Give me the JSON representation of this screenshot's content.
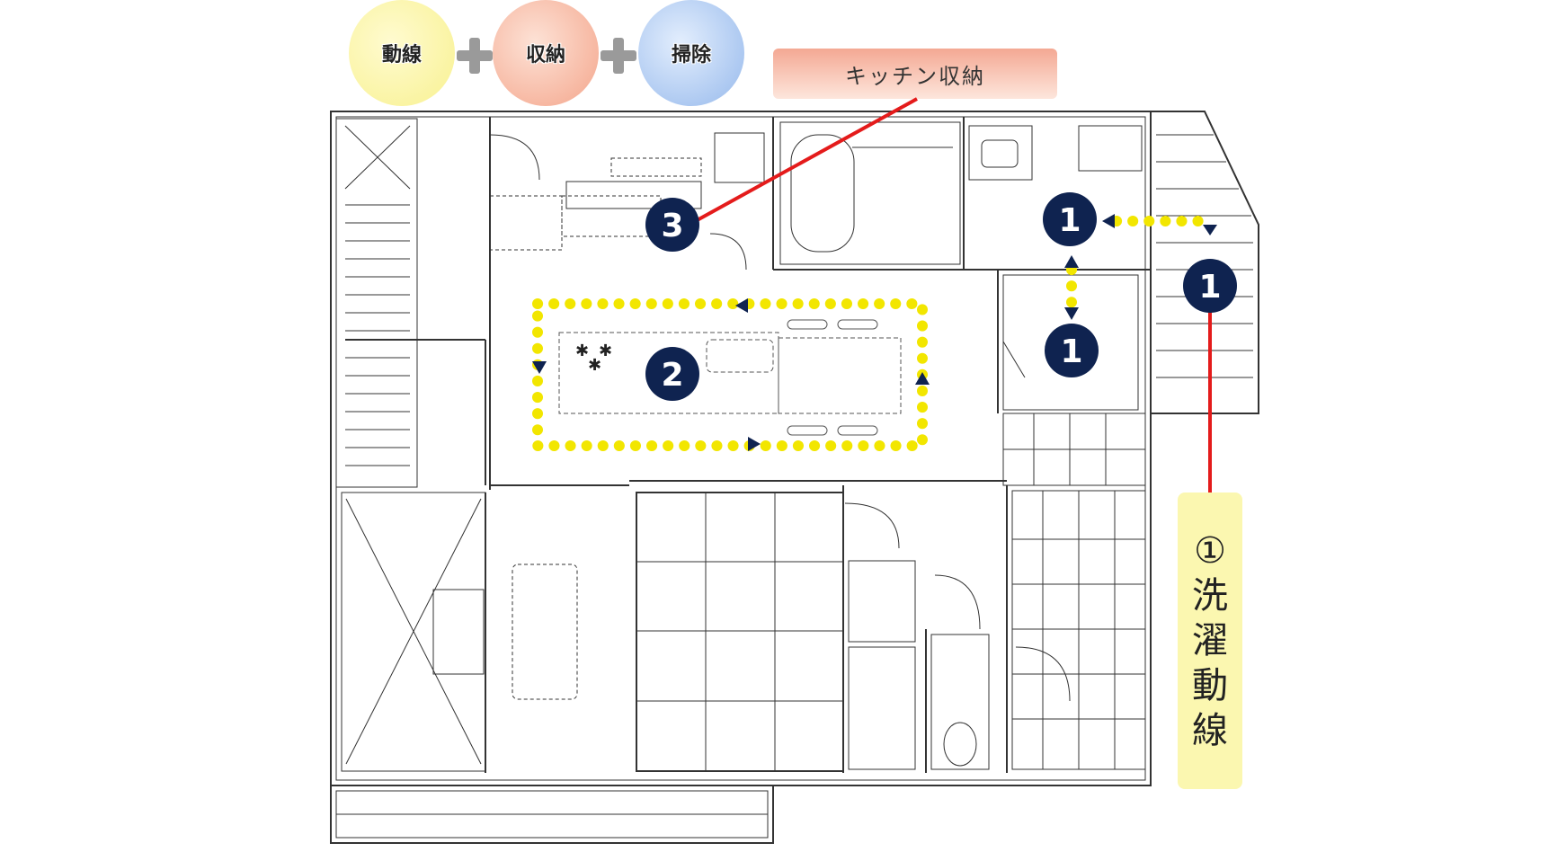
{
  "legend": {
    "items": [
      {
        "label": "動線",
        "color": "#fbf7a0"
      },
      {
        "label": "収納",
        "color": "#f6b8a0"
      },
      {
        "label": "掃除",
        "color": "#a9c7f0"
      }
    ]
  },
  "callouts": {
    "kitchen_storage": "キッチン収納",
    "laundry_flow": [
      "①",
      "洗",
      "濯",
      "動",
      "線"
    ]
  },
  "markers": [
    {
      "id": "marker-3",
      "label": "3"
    },
    {
      "id": "marker-2",
      "label": "2"
    },
    {
      "id": "marker-1a",
      "label": "1"
    },
    {
      "id": "marker-1b",
      "label": "1"
    },
    {
      "id": "marker-1c",
      "label": "1"
    }
  ],
  "colors": {
    "navy": "#0f2350",
    "flow_yellow": "#f2e600",
    "leader_red": "#e41b1b",
    "wall": "#333333",
    "kitchen_label_top": "#f4a893",
    "kitchen_label_bottom": "#fde6dc",
    "laundry_label": "#fbf7b0"
  }
}
